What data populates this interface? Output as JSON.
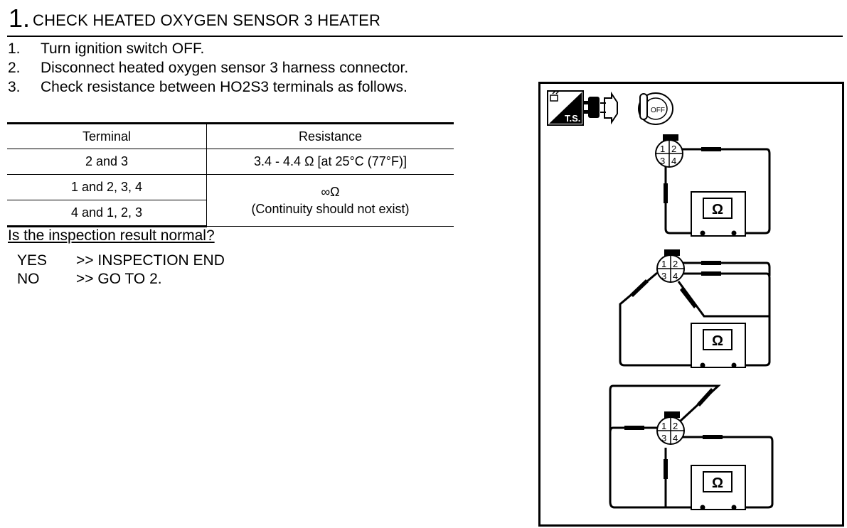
{
  "step": {
    "number": "1.",
    "title": "CHECK HEATED OXYGEN SENSOR 3 HEATER"
  },
  "procedure": [
    {
      "num": "1.",
      "text": "Turn ignition switch OFF."
    },
    {
      "num": "2.",
      "text": "Disconnect heated oxygen sensor 3 harness connector."
    },
    {
      "num": "3.",
      "text": "Check resistance between HO2S3 terminals as follows."
    }
  ],
  "table": {
    "headers": [
      "Terminal",
      "Resistance"
    ],
    "rows": [
      {
        "terminal": "2 and 3",
        "resistance": "3.4 - 4.4 Ω [at 25°C (77°F)]"
      },
      {
        "terminal": "1 and 2, 3, 4"
      },
      {
        "terminal": "4 and 1, 2, 3"
      }
    ],
    "merged_resistance": {
      "value": "∞Ω",
      "note": "(Continuity should not exist)"
    }
  },
  "question": "Is the inspection result normal?",
  "answers": [
    {
      "key": "YES",
      "value": ">> INSPECTION END"
    },
    {
      "key": "NO",
      "value": ">> GO TO 2."
    }
  ],
  "figure": {
    "ts_label": "T.S.",
    "ignition_label": "OFF",
    "ohm_symbol": "Ω",
    "pins": [
      "1",
      "2",
      "3",
      "4"
    ]
  }
}
